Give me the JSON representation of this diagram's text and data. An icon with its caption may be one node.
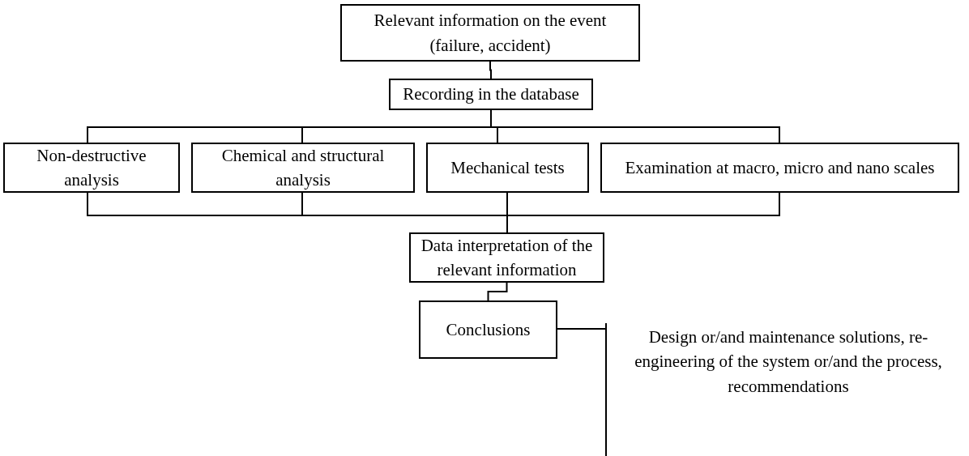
{
  "diagram": {
    "nodes": [
      {
        "text": [
          "Relevant information on the event (failure, accident)"
        ]
      },
      {
        "text": [
          "Recording in the database"
        ]
      },
      {
        "text": [
          "Non-destructive analysis"
        ]
      },
      {
        "text": [
          "Chemical and structural analysis"
        ]
      },
      {
        "text": [
          "Mechanical tests"
        ]
      },
      {
        "text": [
          "Examination at macro, micro and nano scales"
        ]
      },
      {
        "text": [
          "Data interpretation of the relevant information"
        ]
      },
      {
        "text": [
          "Conclusions"
        ]
      },
      {
        "text": [
          "Design or/and maintenance solutions, re-engineering of the system or/and the process, recommendations"
        ]
      }
    ],
    "edges": [
      {
        "from": 0,
        "to": 1,
        "arrow": "none"
      },
      {
        "from": 1,
        "to": 2,
        "arrow": "none"
      },
      {
        "from": 1,
        "to": 3,
        "arrow": "none"
      },
      {
        "from": 1,
        "to": 4,
        "arrow": "none"
      },
      {
        "from": 1,
        "to": 5,
        "arrow": "none"
      },
      {
        "from": 2,
        "to": 6,
        "arrow": "none"
      },
      {
        "from": 3,
        "to": 6,
        "arrow": "none"
      },
      {
        "from": 4,
        "to": 6,
        "arrow": "none"
      },
      {
        "from": 5,
        "to": 6,
        "arrow": "none"
      },
      {
        "from": 6,
        "to": 7,
        "arrow": "none"
      },
      {
        "from": 7,
        "to": 8,
        "arrow": "none"
      }
    ]
  }
}
